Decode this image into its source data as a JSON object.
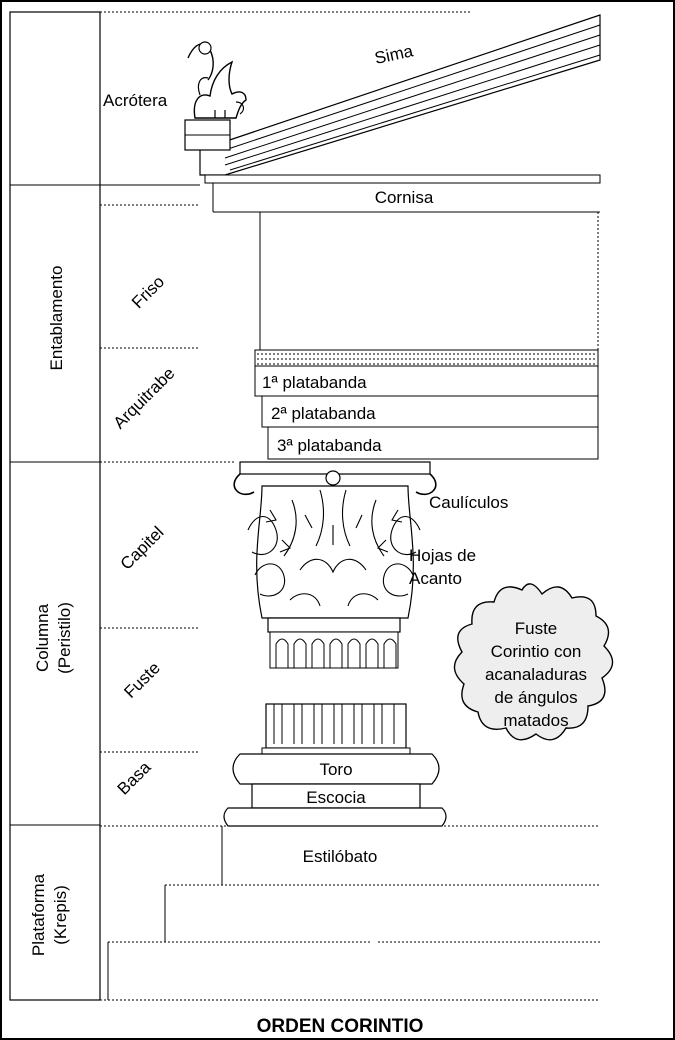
{
  "title": "ORDEN CORINTIO",
  "groups": {
    "entablamento": "Entablamento",
    "columna_line1": "Columna",
    "columna_line2": "(Peristilo)",
    "plataforma_line1": "Plataforma",
    "plataforma_line2": "(Krepis)"
  },
  "subparts": {
    "acrotera": "Acrótera",
    "friso": "Friso",
    "arquitrabe": "Arquitrabe",
    "capitel": "Capitel",
    "fuste": "Fuste",
    "basa": "Basa"
  },
  "element_labels": {
    "sima": "Sima",
    "cornisa": "Cornisa",
    "platabanda_1": "1ª platabanda",
    "platabanda_2": "2ª platabanda",
    "platabanda_3": "3ª platabanda",
    "caulicolos": "Caulículos",
    "hojas_line1": "Hojas de",
    "hojas_line2": "Acanto",
    "toro": "Toro",
    "escocia": "Escocia",
    "estilobato": "Estilóbato"
  },
  "callout": {
    "line1": "Fuste",
    "line2": "Corintio con",
    "line3": "acanaladuras",
    "line4": "de ángulos",
    "line5": "matados"
  }
}
